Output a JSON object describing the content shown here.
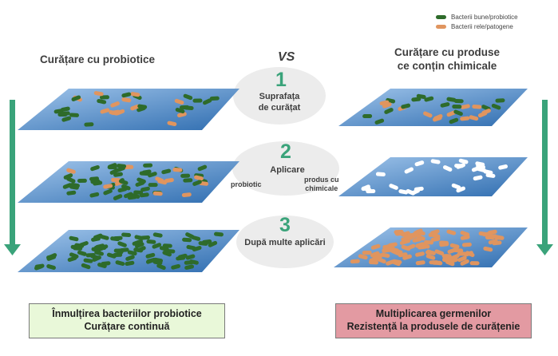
{
  "legend": {
    "good_label": "Bacterii bune/probiotice",
    "bad_label": "Bacterii rele/patogene",
    "good_color": "#2e6b2a",
    "bad_color": "#e0955f"
  },
  "left_title": "Curățare cu probiotice",
  "vs_label": "VS",
  "right_title": [
    "Curățare cu produse",
    "ce conțin chimicale"
  ],
  "steps": [
    {
      "number": "1",
      "label": [
        "Suprafața",
        "de curățat"
      ]
    },
    {
      "number": "2",
      "label": [
        "Aplicare"
      ],
      "left_note": "probiotic",
      "right_note": [
        "produs cu",
        "chimicale"
      ]
    },
    {
      "number": "3",
      "label": [
        "După multe aplicări"
      ]
    }
  ],
  "result_left": [
    "Înmulțirea bacteriilor probiotice",
    "Curățare continuă"
  ],
  "result_right": [
    "Multiplicarea germenilor",
    "Rezistență la produsele de curățenie"
  ],
  "colors": {
    "arrow": "#3aa37a",
    "surface": "#5a93cf",
    "circle": "#ececec",
    "result_left_bg": "#e9f8d9",
    "result_right_bg": "#e39aa2",
    "clean_bacteria": "#ffffff"
  }
}
